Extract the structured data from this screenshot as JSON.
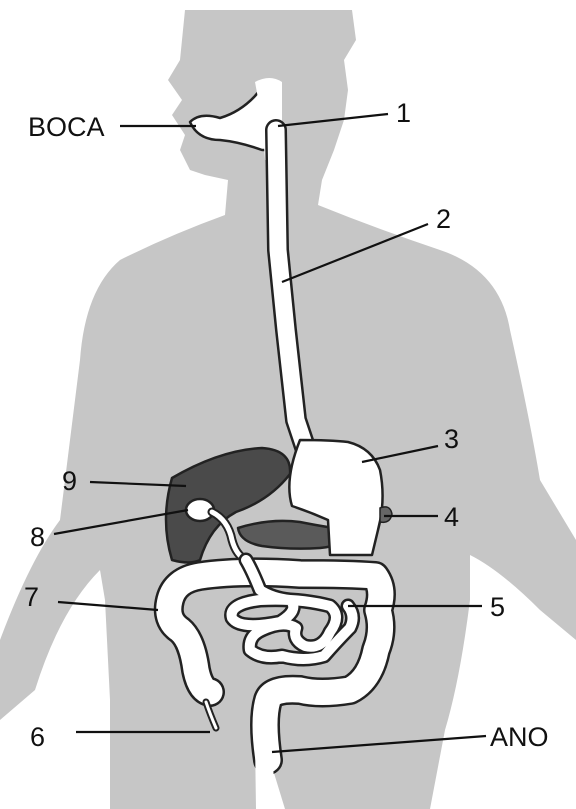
{
  "labels": {
    "mouth": "BOCA",
    "anus": "ANO",
    "n1": "1",
    "n2": "2",
    "n3": "3",
    "n4": "4",
    "n5": "5",
    "n6": "6",
    "n7": "7",
    "n8": "8",
    "n9": "9"
  },
  "colors": {
    "body": "#c6c6c6",
    "organ": "#ffffff",
    "liver": "#4a4a4a",
    "outline": "#222222",
    "text": "#111111"
  }
}
